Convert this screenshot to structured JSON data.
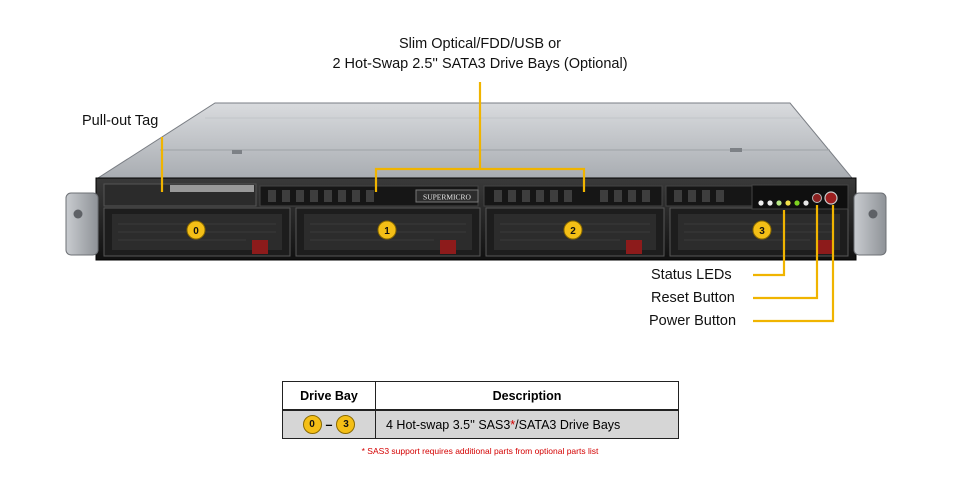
{
  "callouts": {
    "slim_line1": "Slim Optical/FDD/USB or",
    "slim_line2": "2 Hot-Swap 2.5'' SATA3 Drive Bays (Optional)",
    "pull_out_tag": "Pull-out Tag",
    "status_leds": "Status LEDs",
    "reset_button": "Reset Button",
    "power_button": "Power Button"
  },
  "chassis": {
    "brand": "SUPERMICRO",
    "bays": [
      "0",
      "1",
      "2",
      "3"
    ]
  },
  "table": {
    "headers": [
      "Drive Bay",
      "Description"
    ],
    "row": {
      "bay_start": "0",
      "bay_sep": "–",
      "bay_end": "3",
      "desc_pre": "4 Hot-swap 3.5'' SAS3",
      "desc_star": "*",
      "desc_post": "/SATA3 Drive  Bays"
    }
  },
  "footnote": "* SAS3  support requires  additional parts  from optional parts list",
  "colors": {
    "callout_line": "#f0b400",
    "badge": "#f4bf16",
    "footnote": "#d40000"
  }
}
